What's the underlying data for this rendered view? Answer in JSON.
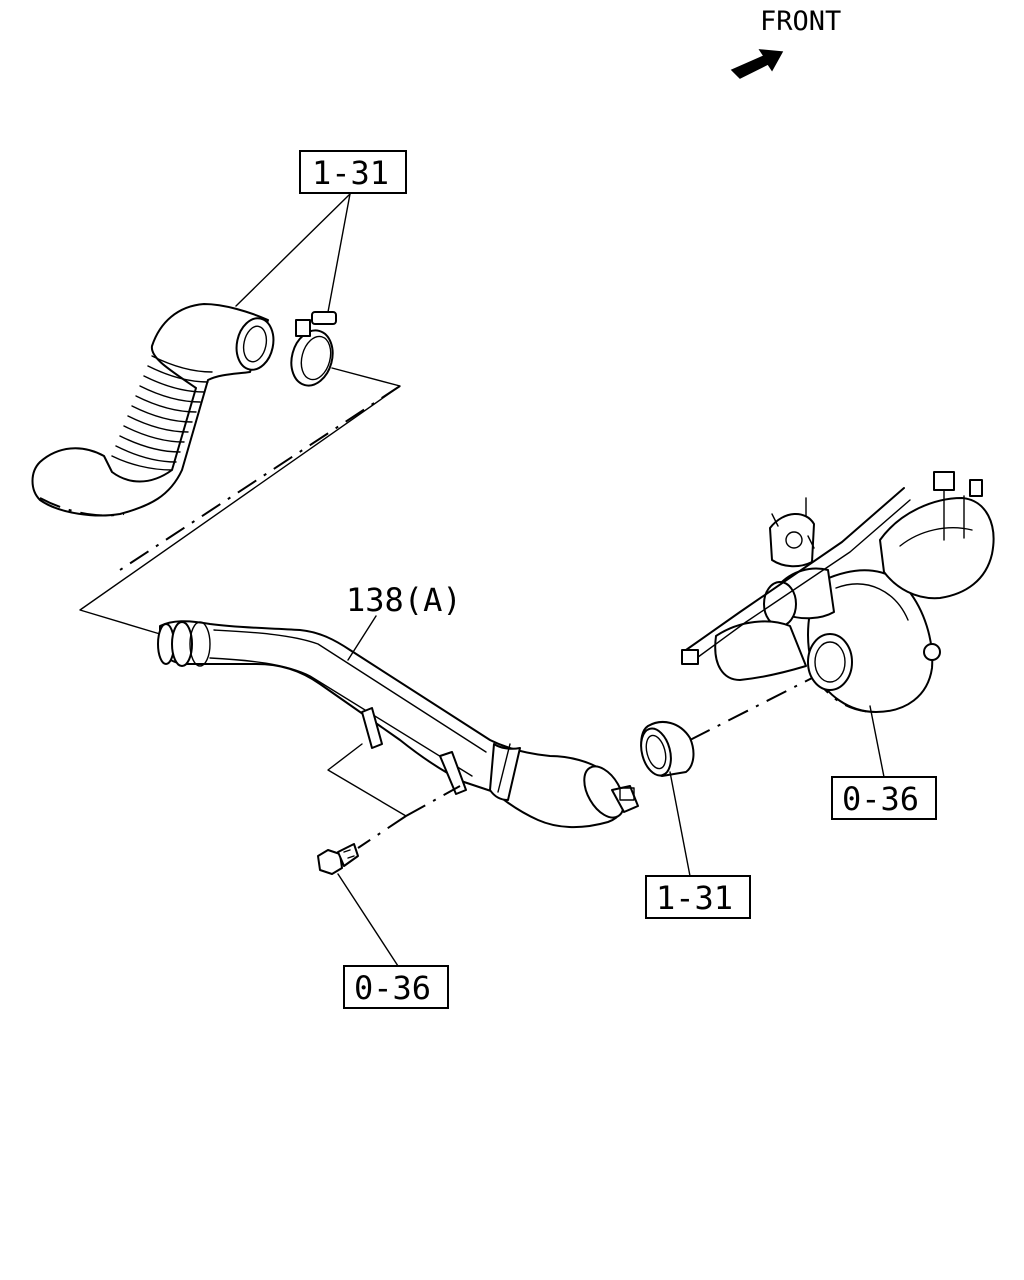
{
  "front": {
    "label": "FRONT"
  },
  "callouts": {
    "top_hose_ref": "1-31",
    "pipe_ref": "138(A)",
    "turbo_ref": "0-36",
    "seal_ref": "1-31",
    "bolt_ref": "0-36"
  }
}
